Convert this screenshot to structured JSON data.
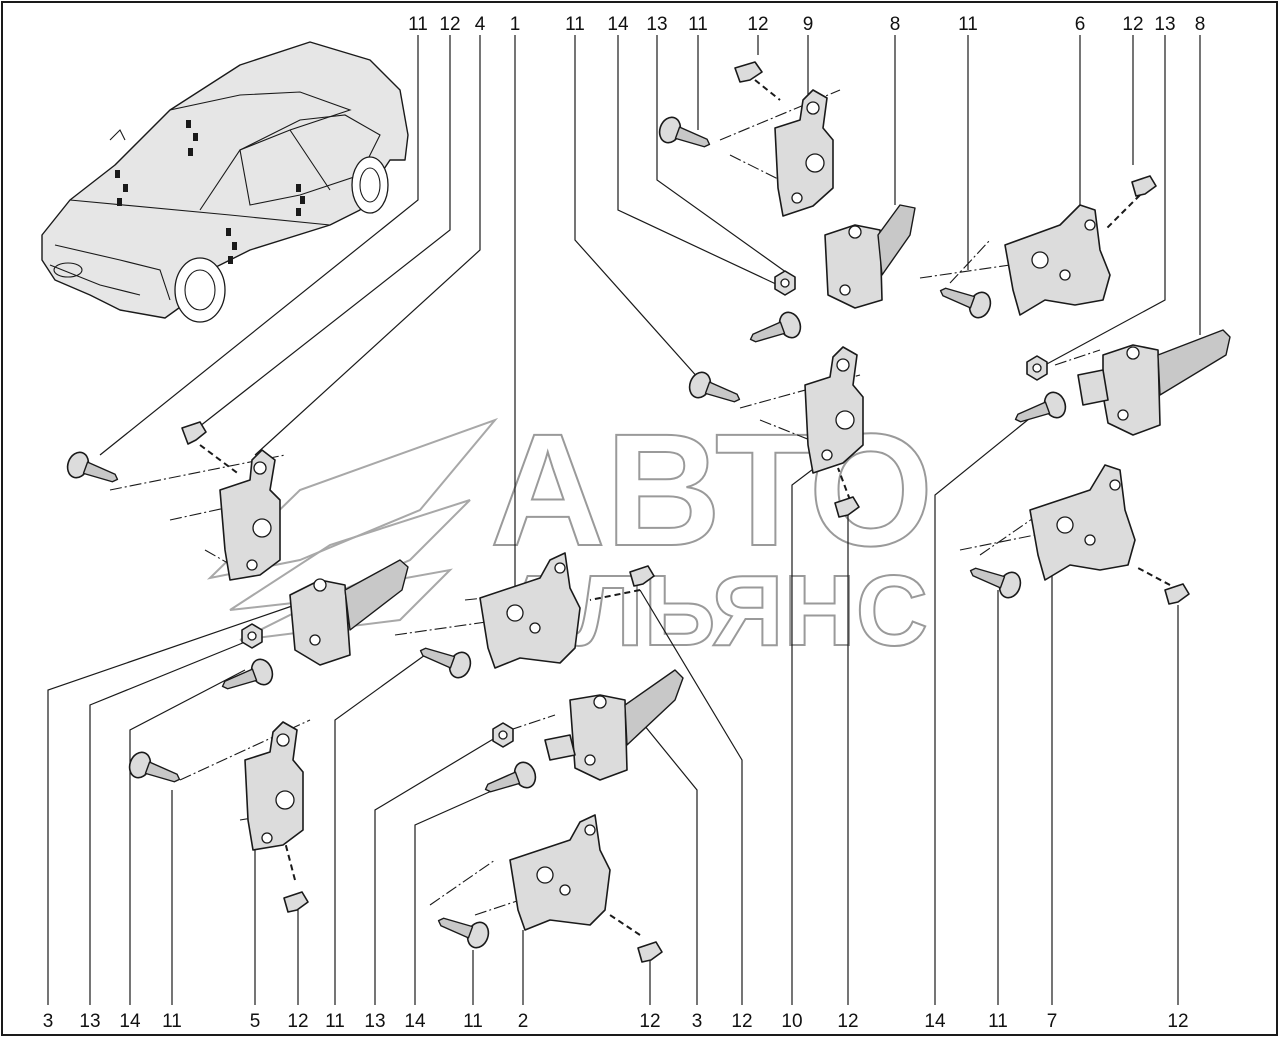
{
  "watermark": {
    "line1": "АВТО",
    "line2": "АЛЬЯНС"
  },
  "top_labels": [
    "11",
    "12",
    "4",
    "1",
    "11",
    "14",
    "13",
    "11",
    "12",
    "9",
    "8",
    "11",
    "6",
    "12",
    "13",
    "8"
  ],
  "bottom_labels": [
    "3",
    "13",
    "14",
    "11",
    "5",
    "12",
    "11",
    "13",
    "14",
    "11",
    "2",
    "12",
    "3",
    "12",
    "10",
    "12",
    "14",
    "11",
    "7",
    "12"
  ],
  "icons": {
    "car": "sedan-car-icon",
    "bolt": "flange-bolt-icon",
    "nut": "flange-nut-icon",
    "clip": "spring-clip-icon",
    "hinge": "door-hinge-icon",
    "check": "door-check-link-icon"
  }
}
